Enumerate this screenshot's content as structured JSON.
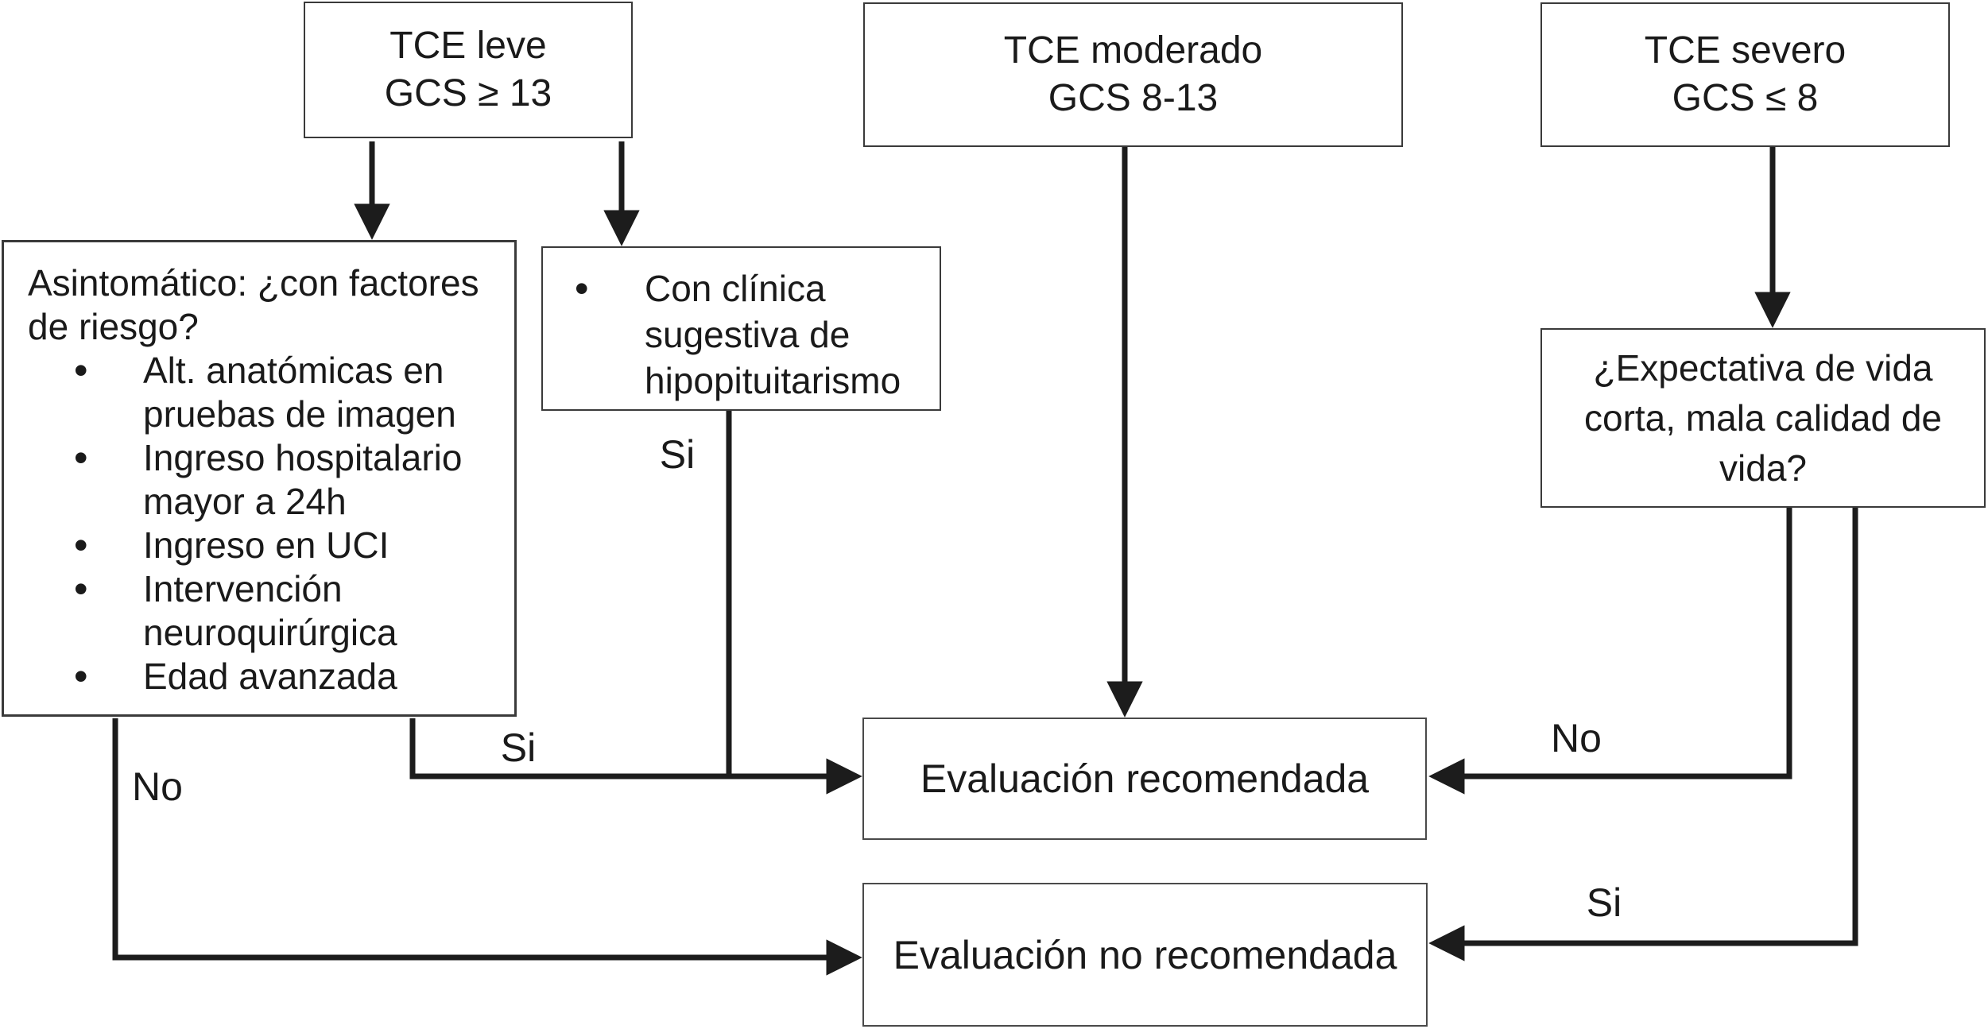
{
  "colors": {
    "background": "#ffffff",
    "ink": "#1a1a1a",
    "box_border": "#3a3a3a"
  },
  "bullet_char": "•",
  "nodes": {
    "tce_leve": {
      "line1": "TCE leve",
      "line2": "GCS ≥ 13"
    },
    "tce_moderado": {
      "line1": "TCE moderado",
      "line2": "GCS 8-13"
    },
    "tce_severo": {
      "line1": "TCE severo",
      "line2": "GCS ≤ 8"
    },
    "asintomatico": {
      "title": "Asintomático: ¿con factores de riesgo?",
      "bullets": [
        "Alt. anatómicas en pruebas de imagen",
        "Ingreso hospitalario mayor a 24h",
        "Ingreso en UCI",
        "Intervención neuroquirúrgica",
        "Edad avanzada"
      ]
    },
    "con_clinica": {
      "bullet": "Con clínica sugestiva de hipopituitarismo"
    },
    "expectativa": {
      "text": "¿Expectativa de vida corta, mala calidad de vida?"
    },
    "eval_recomendada": {
      "text": "Evaluación recomendada"
    },
    "eval_no_recomendada": {
      "text": "Evaluación no recomendada"
    }
  },
  "edges": [
    {
      "from": "tce_leve",
      "to": "asintomatico",
      "label": ""
    },
    {
      "from": "tce_leve",
      "to": "con_clinica",
      "label": ""
    },
    {
      "from": "tce_moderado",
      "to": "eval_recomendada",
      "label": ""
    },
    {
      "from": "tce_severo",
      "to": "expectativa",
      "label": ""
    },
    {
      "from": "asintomatico",
      "to": "eval_recomendada",
      "label": "Si"
    },
    {
      "from": "con_clinica",
      "to": "eval_recomendada",
      "label": "Si"
    },
    {
      "from": "asintomatico",
      "to": "eval_no_recomendada",
      "label": "No"
    },
    {
      "from": "expectativa",
      "to": "eval_recomendada",
      "label": "No"
    },
    {
      "from": "expectativa",
      "to": "eval_no_recomendada",
      "label": "Si"
    }
  ]
}
